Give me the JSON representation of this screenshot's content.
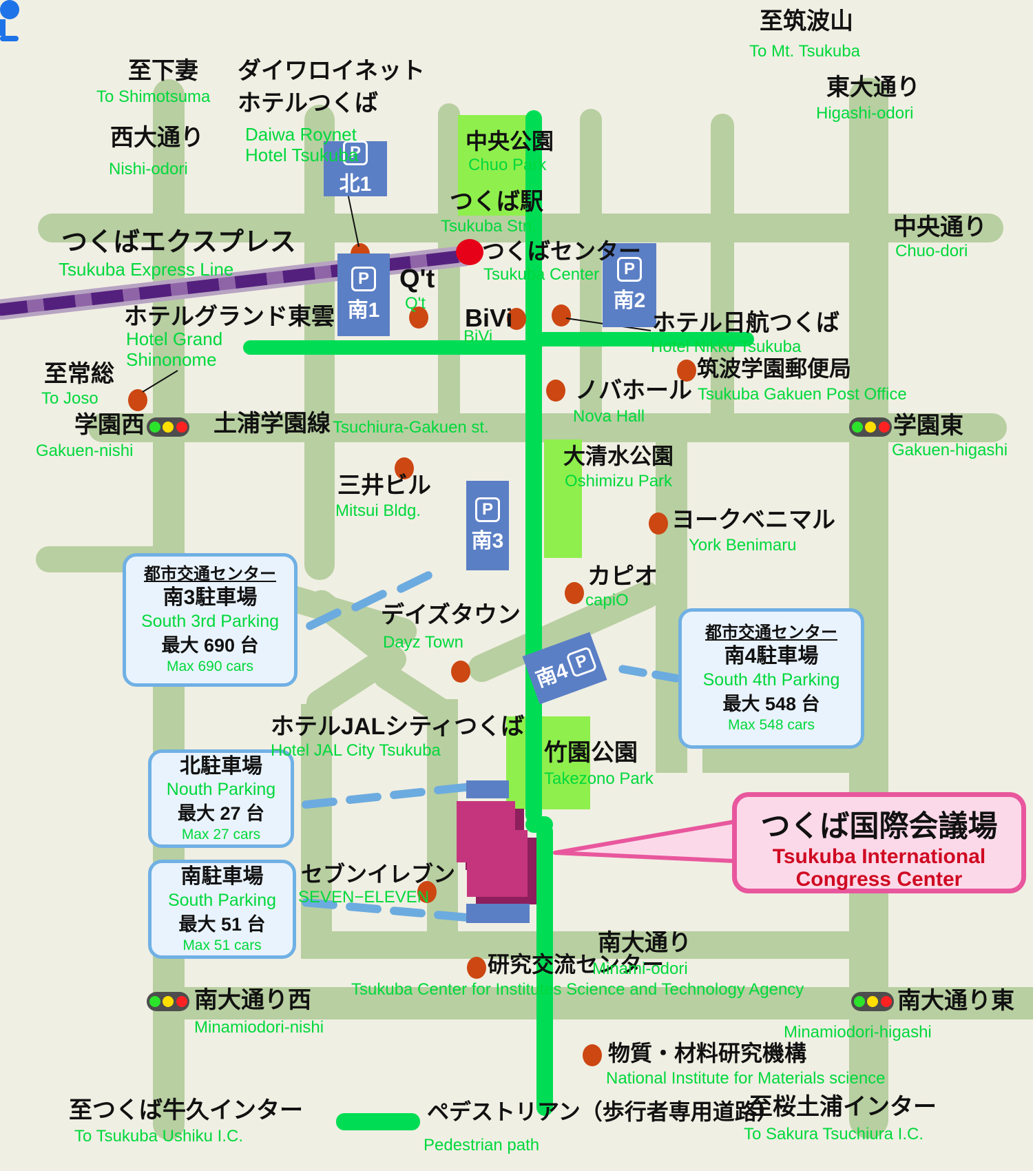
{
  "map_subject": "Tsukuba International Congress Center access map",
  "colors": {
    "background": "#f0efe3",
    "road": "#b8cfa1",
    "park_green": "#8fef4d",
    "pedestrian_green": "#00dd55",
    "rail_purple": "#54207d",
    "poi_dot_orange": "#cc4712",
    "station_dot_red": "#e60018",
    "bus_pin_blue": "#1e73e8",
    "parking_sign_blue": "#5b7fc5",
    "info_box_border": "#70b0e4",
    "callout_pink": "#fcd9e9",
    "callout_border": "#e8579d",
    "callout_text_red": "#cf0a22",
    "label_green": "#00d83c",
    "dash_blue": "#6cabdf"
  },
  "places": [
    {
      "id": "shimotsuma_jp",
      "text": "至下妻",
      "lang": "jp"
    },
    {
      "id": "shimotsuma_en",
      "text": "To Shimotsuma",
      "lang": "en"
    },
    {
      "id": "nishiodori_jp",
      "text": "西大通り",
      "lang": "jp"
    },
    {
      "id": "nishiodori_en",
      "text": "Nishi-odori",
      "lang": "en"
    },
    {
      "id": "daiwa_jp1",
      "text": "ダイワロイネット",
      "lang": "jp"
    },
    {
      "id": "daiwa_jp2",
      "text": "ホテルつくば",
      "lang": "jp"
    },
    {
      "id": "daiwa_en1",
      "text": "Daiwa Roynet",
      "lang": "en"
    },
    {
      "id": "daiwa_en2",
      "text": "Hotel  Tsukuba",
      "lang": "en"
    },
    {
      "id": "tsukubasan_jp",
      "text": "至筑波山",
      "lang": "jp"
    },
    {
      "id": "tsukubasan_en",
      "text": "To Mt. Tsukuba",
      "lang": "en"
    },
    {
      "id": "higashiodori_jp",
      "text": "東大通り",
      "lang": "jp"
    },
    {
      "id": "higashiodori_en",
      "text": "Higashi-odori",
      "lang": "en"
    },
    {
      "id": "chuopark_jp",
      "text": "中央公園",
      "lang": "jp"
    },
    {
      "id": "chuopark_en",
      "text": "Chuo Park",
      "lang": "en"
    },
    {
      "id": "station_jp",
      "text": "つくば駅",
      "lang": "jp"
    },
    {
      "id": "station_en",
      "text": "Tsukuba Stn.",
      "lang": "en"
    },
    {
      "id": "center_jp",
      "text": "つくばセンター",
      "lang": "jp"
    },
    {
      "id": "center_en",
      "text": "Tsukuba Center",
      "lang": "en"
    },
    {
      "id": "express_jp",
      "text": "つくばエクスプレス",
      "lang": "jp"
    },
    {
      "id": "express_en",
      "text": "Tsukuba Express Line",
      "lang": "en"
    },
    {
      "id": "chuodori_jp",
      "text": "中央通り",
      "lang": "jp"
    },
    {
      "id": "chuodori_en",
      "text": "Chuo-dori",
      "lang": "en"
    },
    {
      "id": "qt_jp",
      "text": "Q't",
      "lang": "jp"
    },
    {
      "id": "qt_en",
      "text": "Q't",
      "lang": "en"
    },
    {
      "id": "grand_jp",
      "text": "ホテルグランド東雲",
      "lang": "jp"
    },
    {
      "id": "grand_en1",
      "text": "Hotel Grand",
      "lang": "en"
    },
    {
      "id": "grand_en2",
      "text": "Shinonome",
      "lang": "en"
    },
    {
      "id": "joso_jp",
      "text": "至常総",
      "lang": "jp"
    },
    {
      "id": "joso_en",
      "text": "To Joso",
      "lang": "en"
    },
    {
      "id": "bivi_jp",
      "text": "BiVi",
      "lang": "jp"
    },
    {
      "id": "bivi_en",
      "text": "BiVi",
      "lang": "en"
    },
    {
      "id": "nikko_jp",
      "text": "ホテル日航つくば",
      "lang": "jp"
    },
    {
      "id": "nikko_en",
      "text": "Hotel Nikko Tsukuba",
      "lang": "en"
    },
    {
      "id": "post_jp",
      "text": "筑波学園郵便局",
      "lang": "jp"
    },
    {
      "id": "post_en",
      "text": "Tsukuba Gakuen Post Office",
      "lang": "en"
    },
    {
      "id": "gakuennishi_jp",
      "text": "学園西",
      "lang": "jp"
    },
    {
      "id": "gakuennishi_en",
      "text": "Gakuen-nishi",
      "lang": "en"
    },
    {
      "id": "tsuchiura_jp",
      "text": "土浦学園線",
      "lang": "jp"
    },
    {
      "id": "tsuchiura_en",
      "text": "Tsuchiura-Gakuen st.",
      "lang": "en"
    },
    {
      "id": "gakuenhigashi_jp",
      "text": "学園東",
      "lang": "jp"
    },
    {
      "id": "gakuenhigashi_en",
      "text": "Gakuen-higashi",
      "lang": "en"
    },
    {
      "id": "mitsui_jp",
      "text": "三井ビル",
      "lang": "jp"
    },
    {
      "id": "mitsui_en",
      "text": "Mitsui Bldg.",
      "lang": "en"
    },
    {
      "id": "oshimizu_jp",
      "text": "大清水公園",
      "lang": "jp"
    },
    {
      "id": "oshimizu_en",
      "text": "Oshimizu Park",
      "lang": "en"
    },
    {
      "id": "nova_jp",
      "text": "ノバホール",
      "lang": "jp"
    },
    {
      "id": "nova_en",
      "text": "Nova Hall",
      "lang": "en"
    },
    {
      "id": "york_jp",
      "text": "ヨークベニマル",
      "lang": "jp"
    },
    {
      "id": "york_en",
      "text": "York Benimaru",
      "lang": "en"
    },
    {
      "id": "capio_jp",
      "text": "カピオ",
      "lang": "jp"
    },
    {
      "id": "capio_en",
      "text": "capiO",
      "lang": "en"
    },
    {
      "id": "dayz_jp",
      "text": "デイズタウン",
      "lang": "jp"
    },
    {
      "id": "dayz_en",
      "text": "Dayz Town",
      "lang": "en"
    },
    {
      "id": "jal_jp",
      "text": "ホテルJALシティつくば",
      "lang": "jp"
    },
    {
      "id": "jal_en",
      "text": "Hotel JAL City Tsukuba",
      "lang": "en"
    },
    {
      "id": "takezono_jp",
      "text": "竹園公園",
      "lang": "jp"
    },
    {
      "id": "takezono_en",
      "text": "Takezono Park",
      "lang": "en"
    },
    {
      "id": "seven_jp",
      "text": "セブンイレブン",
      "lang": "jp"
    },
    {
      "id": "seven_en",
      "text": "SEVEN−ELEVEN",
      "lang": "en"
    },
    {
      "id": "kenkyu_jp",
      "text": "研究交流センター",
      "lang": "jp"
    },
    {
      "id": "kenkyu_en",
      "text": "Tsukuba Center for Institutes Science and Technology Agency",
      "lang": "en"
    },
    {
      "id": "minamiodorinishi_jp",
      "text": "南大通り西",
      "lang": "jp"
    },
    {
      "id": "minamiodorinishi_en",
      "text": "Minamiodori-nishi",
      "lang": "en"
    },
    {
      "id": "minamiodori_jp",
      "text": "南大通り",
      "lang": "jp"
    },
    {
      "id": "minamiodori_en",
      "text": "Minami-odori",
      "lang": "en"
    },
    {
      "id": "busshitsu_jp",
      "text": "物質・材料研究機構",
      "lang": "jp"
    },
    {
      "id": "busshitsu_en",
      "text": "National Institute for Materials science",
      "lang": "en"
    },
    {
      "id": "minamiodorihigashi_jp",
      "text": "南大通り東",
      "lang": "jp"
    },
    {
      "id": "minamiodorihigashi_en",
      "text": "Minamiodori-higashi",
      "lang": "en"
    },
    {
      "id": "ushiku_jp",
      "text": "至つくば牛久インター",
      "lang": "jp"
    },
    {
      "id": "ushiku_en",
      "text": "To Tsukuba Ushiku I.C.",
      "lang": "en"
    },
    {
      "id": "sakura_jp",
      "text": "至桜土浦インター",
      "lang": "jp"
    },
    {
      "id": "sakura_en",
      "text": "To Sakura Tsuchiura I.C.",
      "lang": "en"
    },
    {
      "id": "legend_jp",
      "text": "ペデストリアン（歩行者専用道路）",
      "lang": "jp"
    },
    {
      "id": "legend_en",
      "text": "Pedestrian path",
      "lang": "en"
    }
  ],
  "parking_signs": [
    {
      "id": "kita1",
      "p": "P",
      "label": "北1"
    },
    {
      "id": "minami1",
      "p": "P",
      "label": "南1"
    },
    {
      "id": "minami2",
      "p": "P",
      "label": "南2"
    },
    {
      "id": "minami3",
      "p": "P",
      "label": "南3"
    },
    {
      "id": "minami4",
      "p": "P",
      "label": "南4"
    }
  ],
  "parking_info": [
    {
      "id": "south3",
      "title": "都市交通センター",
      "name_jp": "南3駐車場",
      "name_en": "South 3rd Parking",
      "cap_jp": "最大 690 台",
      "cap_en": "Max 690 cars"
    },
    {
      "id": "south4",
      "title": "都市交通センター",
      "name_jp": "南4駐車場",
      "name_en": "South 4th Parking",
      "cap_jp": "最大 548 台",
      "cap_en": "Max 548 cars"
    },
    {
      "id": "north",
      "title": "",
      "name_jp": "北駐車場",
      "name_en": "Nouth Parking",
      "cap_jp": "最大 27 台",
      "cap_en": "Max 27 cars"
    },
    {
      "id": "south",
      "title": "",
      "name_jp": "南駐車場",
      "name_en": "South Parking",
      "cap_jp": "最大 51 台",
      "cap_en": "Max 51 cars"
    }
  ],
  "callout": {
    "title_jp": "つくば国際会議場",
    "title_en_line1": "Tsukuba International",
    "title_en_line2": "Congress Center"
  }
}
